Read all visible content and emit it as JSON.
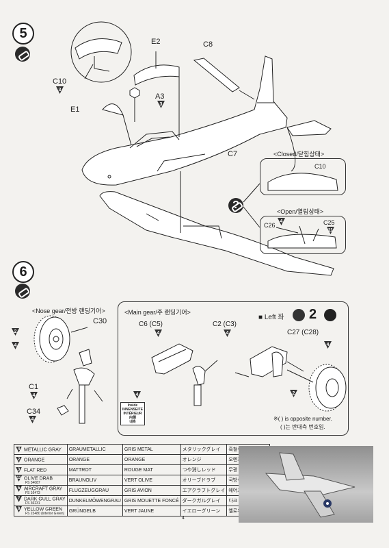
{
  "step5": {
    "number": "5",
    "parts": {
      "c10": "C10",
      "c10_color": "3",
      "e2": "E2",
      "c8": "C8",
      "a3": "A3",
      "a3_color": "3",
      "e1": "E1",
      "c7": "C7"
    },
    "closed_label": "<Closed/닫힘상태>",
    "closed_part": "C10",
    "open_label": "<Open/열림상태>",
    "open_parts": {
      "c26": "C26",
      "c26_color": "4",
      "c25": "C25",
      "c25_color": "11"
    }
  },
  "step6": {
    "number": "6",
    "nose_gear_label": "<Nose gear/전방 랜딩기어>",
    "nose_parts": {
      "c30": "C30",
      "c30_color_a": "2",
      "c30_color_b": "4",
      "c1": "C1",
      "c1_color": "4",
      "c34": "C34",
      "c34_color": "4"
    },
    "main_gear_label": "<Main gear/주 랜딩기어>",
    "left_label": "■ Left 좌",
    "left_count": "2",
    "main_parts": {
      "c6": "C6  (C5)",
      "c6_color": "4",
      "c2": "C2  (C3)",
      "c2_color": "4",
      "c27": "C27  (C28)",
      "c27_color_a": "4",
      "c27_color_b": "2",
      "extra_color": "4"
    },
    "inside_note": [
      "Inside",
      "INNENSEITE",
      "INTÉRIEUR",
      "内侧",
      "내측"
    ],
    "opposite_note_en": "※(   ) is opposite number.",
    "opposite_note_kr": "(   )는 반대측 번호임."
  },
  "color_chart": [
    {
      "code": "4",
      "en": "METALLIC GRAY",
      "fs": "",
      "de": "GRAUMETALLIC",
      "fr": "GRIS METAL",
      "jp": "メタリックグレイ",
      "kr": "흑철색"
    },
    {
      "code": "2",
      "en": "ORANGE",
      "fs": "",
      "de": "ORANGE",
      "fr": "ORANGE",
      "jp": "オレンジ",
      "kr": "오렌지"
    },
    {
      "code": "3",
      "en": "FLAT RED",
      "fs": "",
      "de": "MATTROT",
      "fr": "ROUGE MAT",
      "jp": "つや消しレッド",
      "kr": "무광 빨강색"
    },
    {
      "code": "11",
      "en": "OLIVE DRAB",
      "fs": "FS 34087",
      "de": "BRAUNOLIV",
      "fr": "VERT OLIVE",
      "jp": "オリーブドラブ",
      "kr": "국방색"
    },
    {
      "code": "5",
      "en": "AIRCRAFT GRAY",
      "fs": "FS 16473",
      "de": "FLUGZEUGGRAU",
      "fr": "GRIS AVION",
      "jp": "エアクラフトグレイ",
      "kr": "에어크래프트그레이"
    },
    {
      "code": "7",
      "en": "DARK GULL GRAY",
      "fs": "FS 36231",
      "de": "DUNKELMÖWENGRAU",
      "fr": "GRIS MOUETTE FONCÉ",
      "jp": "ダークガルグレイ",
      "kr": "다크 걸 그레이"
    },
    {
      "code": "8",
      "en": "YELLOW GREEN",
      "fs": "FS 23480 (Interior Green)",
      "de": "GRÜNGELB",
      "fr": "VERT JAUNE",
      "jp": "イエローグリーン",
      "kr": "옐로우 그린"
    }
  ],
  "page_number": "4"
}
